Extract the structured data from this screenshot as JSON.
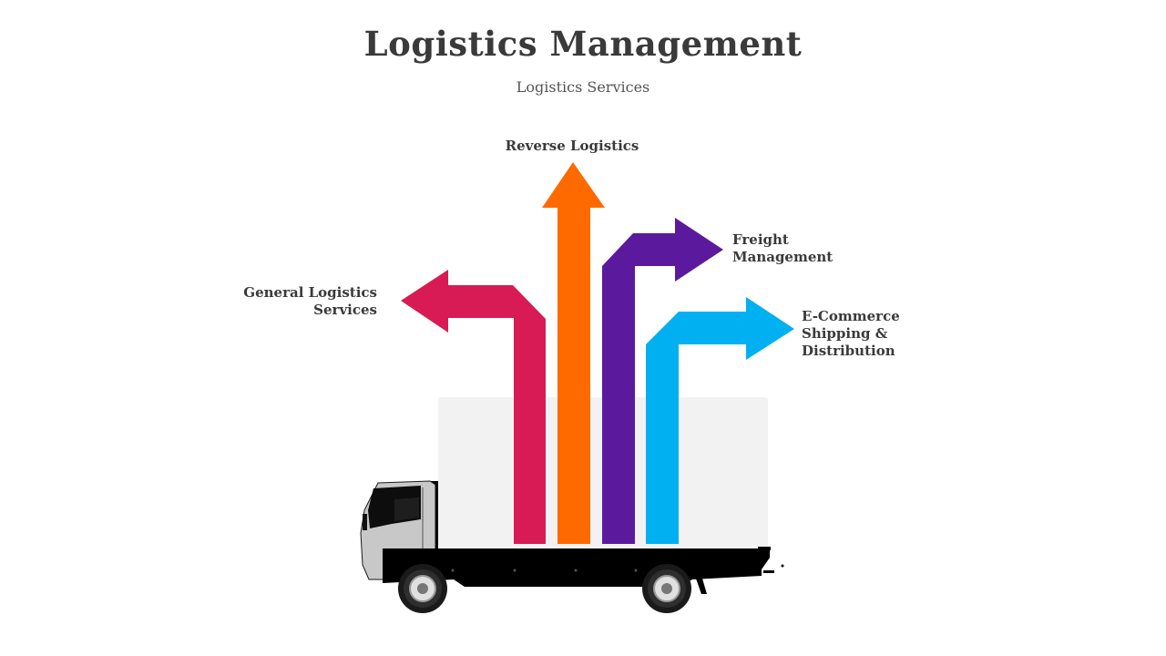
{
  "header": {
    "title": "Logistics Management",
    "subtitle": "Logistics Services"
  },
  "services": [
    {
      "key": "reverse",
      "lines": [
        "Reverse Logistics"
      ],
      "color": "#FF6A00",
      "icon": "arrow-up-icon"
    },
    {
      "key": "freight",
      "lines": [
        "Freight",
        "Management"
      ],
      "color": "#5B1A9E",
      "icon": "arrow-right-icon"
    },
    {
      "key": "general",
      "lines": [
        "General Logistics",
        "Services"
      ],
      "color": "#D81B55",
      "icon": "arrow-left-icon"
    },
    {
      "key": "ecommerce",
      "lines": [
        "E-Commerce",
        "Shipping &",
        "Distribution"
      ],
      "color": "#00B0F0",
      "icon": "arrow-right-icon"
    }
  ],
  "truck": {
    "icon": "delivery-truck-icon",
    "box_color": "#F2F2F2",
    "cab_color": "#C8C8C8",
    "chassis_color": "#000000"
  }
}
